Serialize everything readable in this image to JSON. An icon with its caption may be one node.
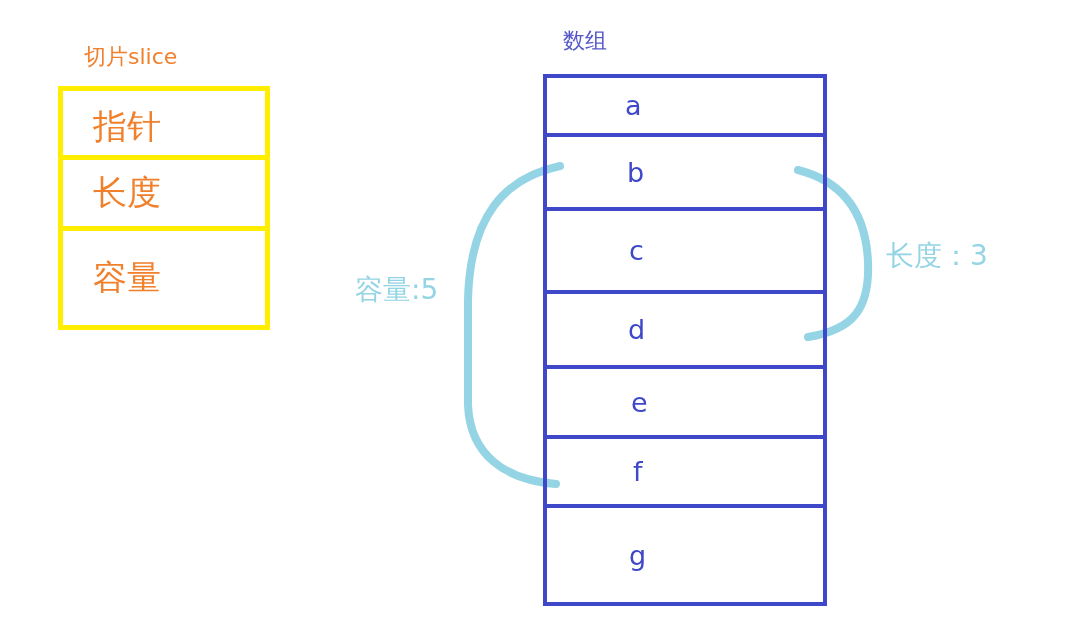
{
  "diagram": {
    "nodes": [
      {
        "text": [
          "切片slice"
        ]
      },
      {
        "text": [
          "指针"
        ],
        "in": 0
      },
      {
        "text": [
          "长度"
        ],
        "in": 0
      },
      {
        "text": [
          "容量"
        ],
        "in": 0
      },
      {
        "text": [
          "数组"
        ]
      },
      {
        "text": [
          "a"
        ],
        "in": 4
      },
      {
        "text": [
          "b"
        ],
        "in": 4
      },
      {
        "text": [
          "c"
        ],
        "in": 4
      },
      {
        "text": [
          "d"
        ],
        "in": 4
      },
      {
        "text": [
          "e"
        ],
        "in": 4
      },
      {
        "text": [
          "f"
        ],
        "in": 4
      },
      {
        "text": [
          "g"
        ],
        "in": 4
      }
    ],
    "labels": [
      "容量:5",
      "长度：3"
    ]
  }
}
